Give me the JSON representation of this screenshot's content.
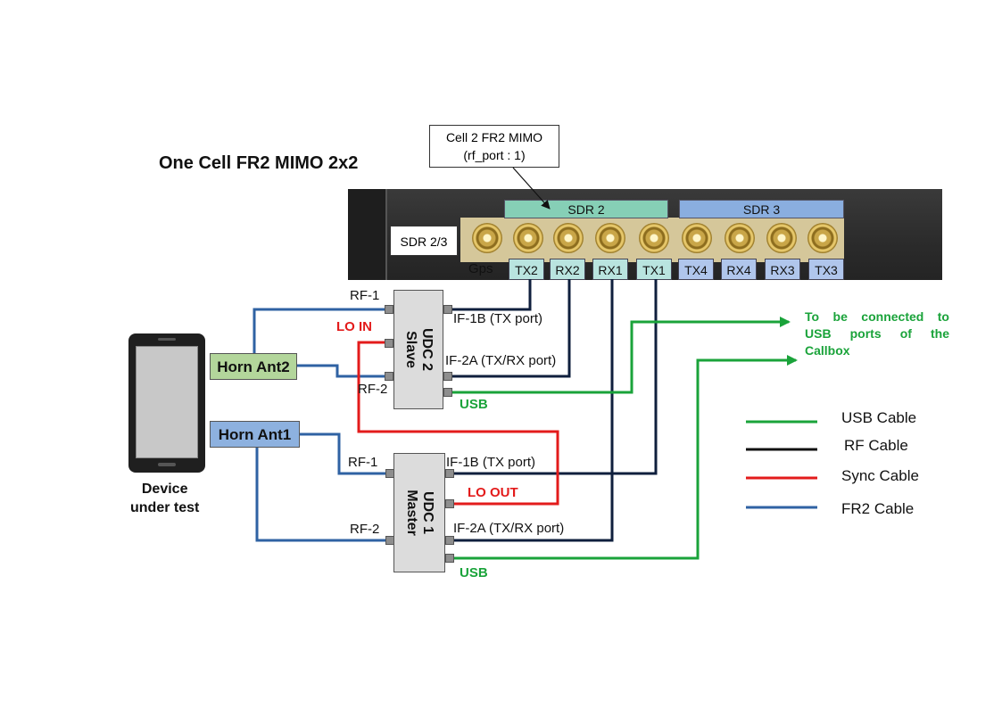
{
  "title": "One Cell FR2 MIMO 2x2",
  "callout": {
    "line1": "Cell 2 FR2 MIMO",
    "line2": "(rf_port : 1)"
  },
  "hardware": {
    "sdr2_label": "SDR 2",
    "sdr3_label": "SDR 3",
    "sdr23_label": "SDR 2/3",
    "gps_label": "Gps",
    "ports": [
      "TX2",
      "RX2",
      "RX1",
      "TX1",
      "TX4",
      "RX4",
      "RX3",
      "TX3"
    ]
  },
  "udc2": {
    "line1": "UDC 2",
    "line2": "Slave"
  },
  "udc1": {
    "line1": "UDC 1",
    "line2": "Master"
  },
  "labels": {
    "rf1_top": "RF-1",
    "rf2_top": "RF-2",
    "if1b_top": "IF-1B (TX port)",
    "if2a_top": "IF-2A (TX/RX port)",
    "usb_top": "USB",
    "lo_in": "LO IN",
    "rf1_bot": "RF-1",
    "rf2_bot": "RF-2",
    "if1b_bot": "IF-1B (TX port)",
    "lo_out": "LO OUT",
    "if2a_bot": "IF-2A (TX/RX port)",
    "usb_bot": "USB"
  },
  "antennas": {
    "horn2": "Horn Ant2",
    "horn1": "Horn Ant1"
  },
  "dut": {
    "line1": "Device",
    "line2": "under test"
  },
  "usb_note": {
    "line1": "To be connected to",
    "line2": "USB ports of the",
    "line3": "Callbox"
  },
  "legend": [
    {
      "label": "USB Cable",
      "color": "#1aa33a"
    },
    {
      "label": "RF Cable",
      "color": "#111111"
    },
    {
      "label": "Sync Cable",
      "color": "#e31b1b"
    },
    {
      "label": "FR2 Cable",
      "color": "#2f62a3"
    }
  ],
  "colors": {
    "usb": "#1aa33a",
    "rf": "#0f1f3d",
    "sync": "#e31b1b",
    "fr2": "#2f62a3"
  }
}
